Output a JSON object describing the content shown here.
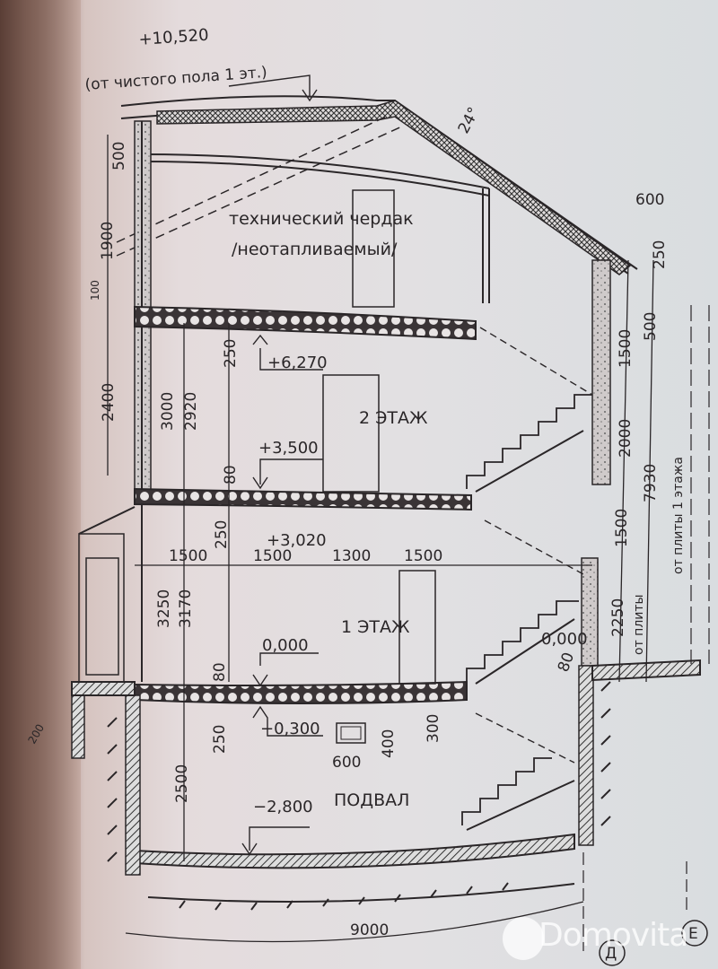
{
  "drawing": {
    "type": "architectural building section",
    "top_elevation": {
      "value": "+10,520",
      "note": "(от чистого пола 1 эт.)"
    },
    "roof_angle": "24°",
    "rooms": [
      {
        "id": "attic",
        "line1": "технический чердак",
        "line2": "/неотапливаемый/"
      },
      {
        "id": "floor2",
        "label": "2  ЭТАЖ"
      },
      {
        "id": "floor1",
        "label": "1  ЭТАЖ"
      },
      {
        "id": "basement",
        "label": "ПОДВАЛ"
      }
    ],
    "elevations": {
      "e6270": "+6,270",
      "e3500": "+3,500",
      "e3020": "+3,020",
      "e0000": "0,000",
      "e0000_stair": "0,000",
      "em0300": "−0,300",
      "em2800": "−2,800"
    },
    "left_dims": {
      "d500": "500",
      "d1900": "1900",
      "d100": "100",
      "d2400": "2400",
      "d3000": "3000",
      "d2920": "2920",
      "d250_top": "250",
      "d80_mid": "80",
      "d250_mid": "250",
      "d3250": "3250",
      "d3170": "3170",
      "d80_low": "80",
      "d250_low": "250",
      "d2500": "2500",
      "d200": "200"
    },
    "horizontal_dims": [
      "1500",
      "1500",
      "1300",
      "1500"
    ],
    "window_dims": {
      "w": "600",
      "h": "400",
      "sill": "300"
    },
    "right_dims": {
      "overhang": "600",
      "eave": "250",
      "d500": "500",
      "d1500_top": "1500",
      "d2000": "2000",
      "d1500_low": "1500",
      "d2250": "2250",
      "total": "7930",
      "note_total": "от плиты 1 этажа",
      "note_2250": "от плиты",
      "d80_stair": "80"
    },
    "bottom_dim": "9000",
    "axes": [
      "Д",
      "Е"
    ]
  },
  "watermark": {
    "text": "Domovita"
  }
}
